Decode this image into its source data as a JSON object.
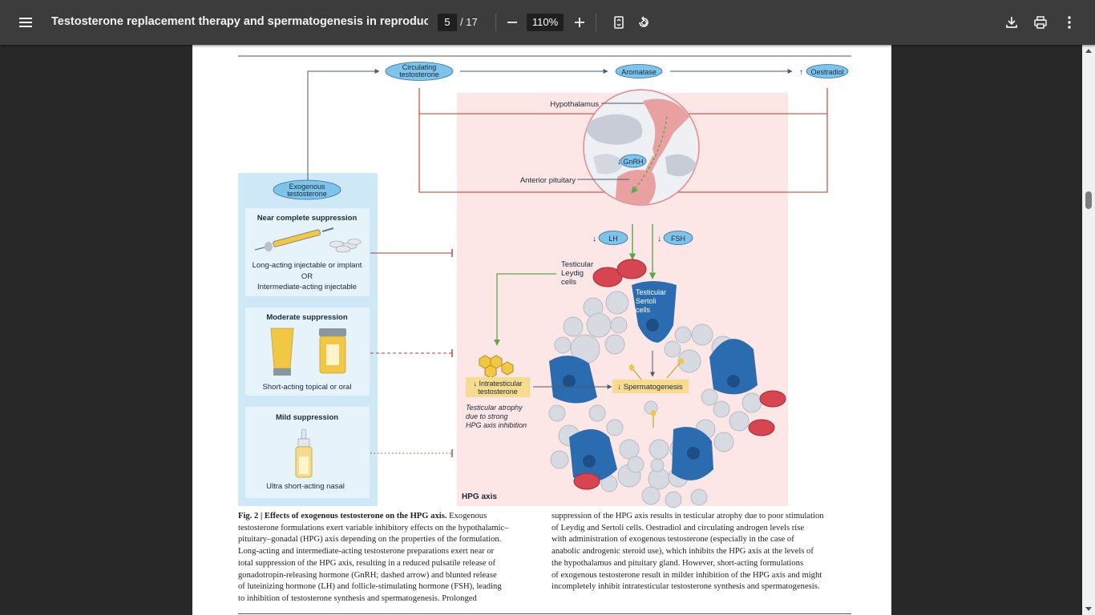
{
  "toolbar": {
    "title": "Testosterone replacement therapy and spermatogenesis in reproductiv...",
    "page_current": "5",
    "page_total": "/ 17",
    "zoom": "110%",
    "icons": [
      "menu-icon",
      "zoom-out-icon",
      "zoom-in-icon",
      "fit-page-icon",
      "rotate-icon",
      "download-icon",
      "print-icon",
      "more-icon"
    ]
  },
  "figure": {
    "circulating": [
      "Circulating",
      "testosterone"
    ],
    "aromatase": "Aromatase",
    "oestradiol_arrow": "↑",
    "oestradiol": "Oestradiol",
    "hypothalamus": "Hypothalamus",
    "gnrh_arrow": "↓",
    "gnrh": "GnRH",
    "anterior_pituitary": "Anterior pituitary",
    "lh_arrow": "↓",
    "lh": "LH",
    "fsh_arrow": "↓",
    "fsh": "FSH",
    "leydig": [
      "Testicular",
      "Leydig",
      "cells"
    ],
    "sertoli": [
      "Testicular",
      "Sertoli",
      "cells"
    ],
    "exogenous": [
      "Exogenous",
      "testosterone"
    ],
    "near_title": "Near complete suppression",
    "near_lines": [
      "Long-acting injectable or implant",
      "OR",
      "Intermediate-acting injectable"
    ],
    "moderate_title": "Moderate suppression",
    "moderate_caption": "Short-acting topical or oral",
    "mild_title": "Mild suppression",
    "mild_caption": "Ultra short-acting nasal",
    "intratesticular": [
      "↓ Intratesticular",
      "testosterone"
    ],
    "atrophy": [
      "Testicular atrophy",
      "due to strong",
      "HPG axis inhibition"
    ],
    "spermatogenesis": "↓ Spermatogenesis",
    "hpg_axis": "HPG axis"
  },
  "caption": {
    "label": "Fig. 2 | Effects of exogenous testosterone on the HPG axis.",
    "left_first": " Exogenous",
    "left_lines": [
      "testosterone formulations exert variable inhibitory effects on the hypothalamic–",
      "pituitary–gonadal (HPG) axis depending on the properties of the formulation.",
      "Long-acting and intermediate-acting testosterone preparations exert near or",
      "total suppression of the HPG axis, resulting in a reduced pulsatile release of",
      "gonadotropin-releasing hormone (GnRH; dashed arrow) and blunted release",
      "of luteinizing hormone (LH) and follicle-stimulating hormone (FSH), leading",
      "to inhibition of testosterone synthesis and spermatogenesis. Prolonged"
    ],
    "right_lines": [
      "suppression of the HPG axis results in testicular atrophy due to poor stimulation",
      "of Leydig and Sertoli cells. Oestradiol and circulating androgen levels rise",
      "with administration of exogenous testosterone (especially in the case of",
      "anabolic androgenic steroid use), which inhibits the HPG axis at the levels of",
      "the hypothalamus and pituitary gland. However, short-acting formulations",
      "of exogenous testosterone result in milder inhibition of the HPG axis and might",
      "incompletely inhibit intratesticular testosterone synthesis and spermatogenesis."
    ]
  },
  "colors": {
    "toolbar": "#3c3c3c",
    "viewer_bg": "#282828",
    "hpg_panel": "#fde6e6",
    "left_panel": "#cfe8f7",
    "pill": "#7ec4ea",
    "inhibit_red": "#c0392b",
    "stimulate_green": "#5aa84a",
    "sertoli_blue": "#2b6cb0"
  }
}
